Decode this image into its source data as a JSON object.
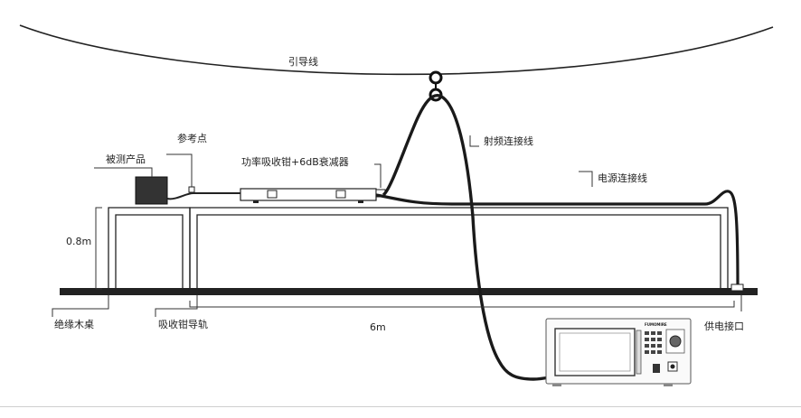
{
  "labels": {
    "guide_wire": "引导线",
    "reference_point": "参考点",
    "eut": "被测产品",
    "clamp_attenuator": "功率吸收钳+6dB衰减器",
    "rf_cable": "射频连接线",
    "power_cable": "电源连接线",
    "height": "0.8m",
    "length": "6m",
    "wood_table": "绝缘木桌",
    "clamp_rail": "吸收钳导轨",
    "power_outlet": "供电接口"
  },
  "instrument": {
    "brand_text": "FUMOMIRE"
  },
  "colors": {
    "line": "#1a1a1a",
    "thin": "#333333",
    "text": "#222222"
  }
}
